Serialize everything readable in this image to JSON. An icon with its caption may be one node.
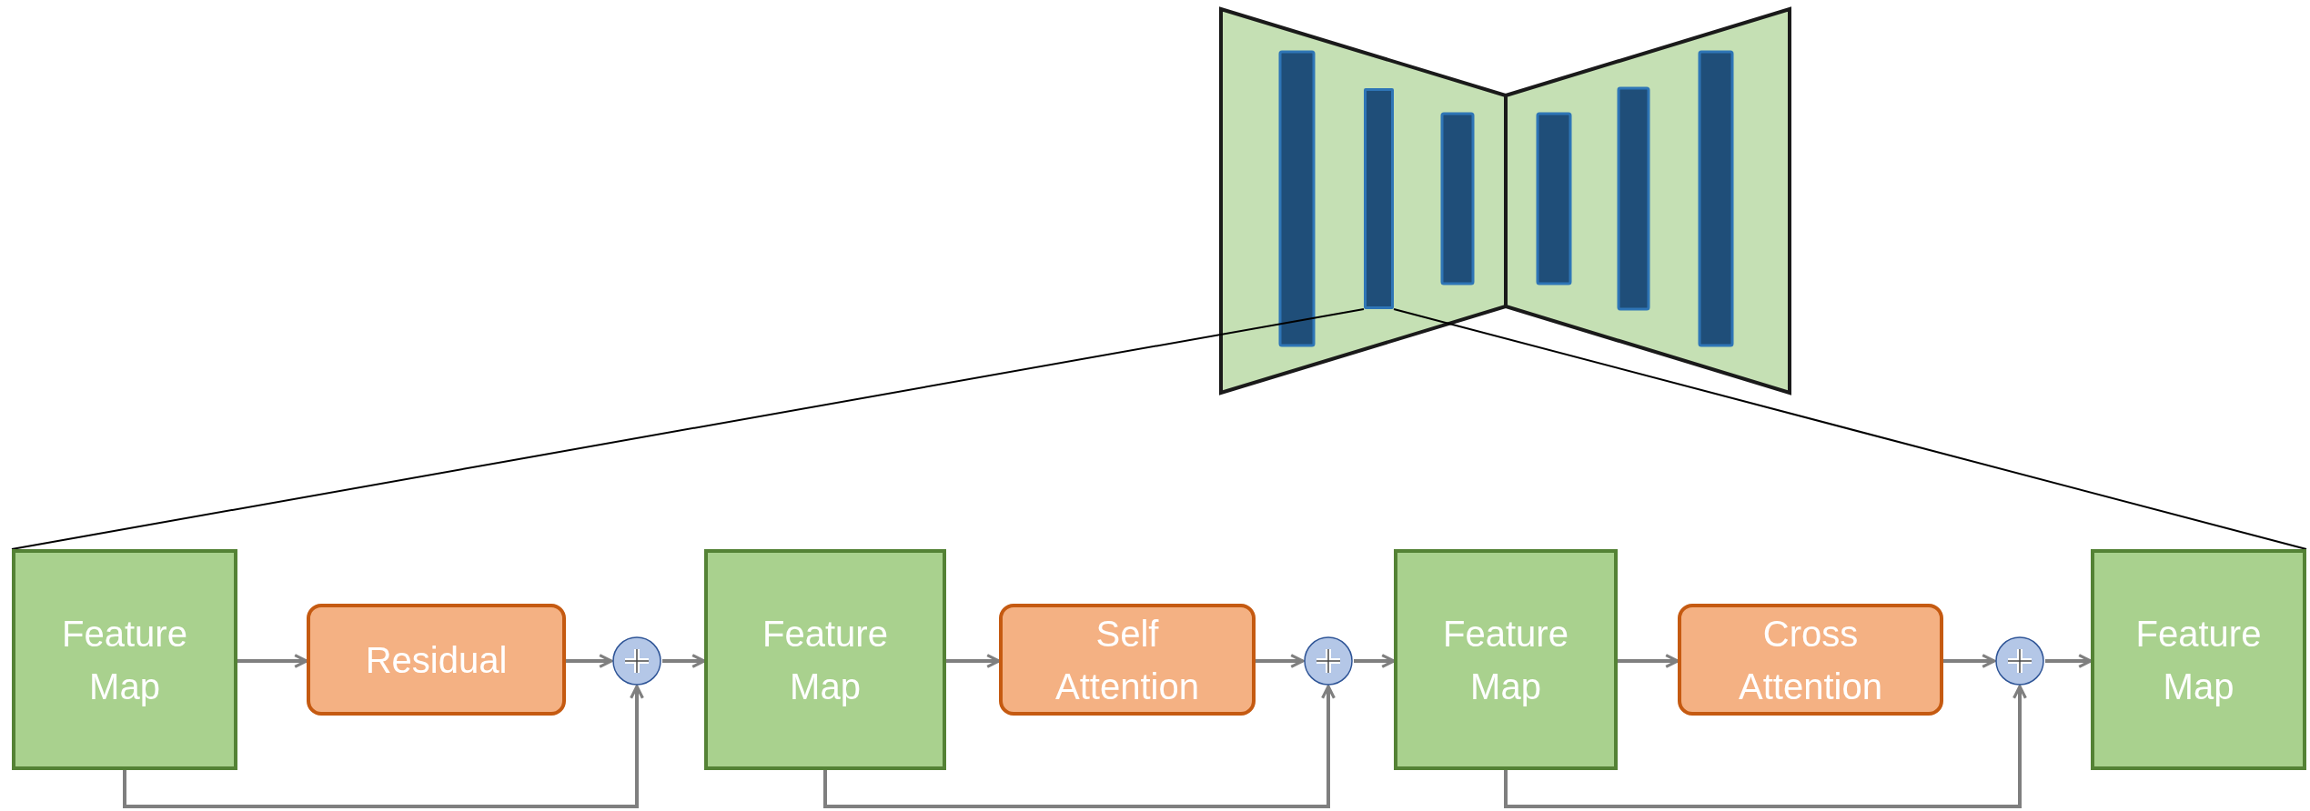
{
  "diagram": {
    "nodes": [
      {
        "text": [
          "Feature Map"
        ]
      },
      {
        "text": [
          "Residual"
        ]
      },
      {
        "text": [],
        "shape": "circle"
      },
      {
        "text": [
          "Feature Map"
        ]
      },
      {
        "text": [
          "Self Attention"
        ]
      },
      {
        "text": [],
        "shape": "circle"
      },
      {
        "text": [
          "Feature Map"
        ]
      },
      {
        "text": [
          "Cross Attention"
        ]
      },
      {
        "text": [],
        "shape": "circle"
      },
      {
        "text": [
          "Feature Map"
        ]
      },
      {
        "text": [],
        "shape": "bar"
      }
    ],
    "edges": [
      {
        "from": 0,
        "to": 1,
        "arrow": "to"
      },
      {
        "from": 1,
        "to": 2,
        "arrow": "to"
      },
      {
        "from": 2,
        "to": 3,
        "arrow": "to"
      },
      {
        "from": 0,
        "to": 2,
        "arrow": "to"
      },
      {
        "from": 3,
        "to": 4,
        "arrow": "to"
      },
      {
        "from": 4,
        "to": 5,
        "arrow": "to"
      },
      {
        "from": 5,
        "to": 6,
        "arrow": "to"
      },
      {
        "from": 3,
        "to": 5,
        "arrow": "to"
      },
      {
        "from": 6,
        "to": 7,
        "arrow": "to"
      },
      {
        "from": 7,
        "to": 8,
        "arrow": "to"
      },
      {
        "from": 8,
        "to": 9,
        "arrow": "to"
      },
      {
        "from": 6,
        "to": 8,
        "arrow": "to"
      },
      {
        "from": 10,
        "to": 0,
        "arrow": "none",
        "color": "#000000"
      },
      {
        "from": 10,
        "to": 9,
        "arrow": "none",
        "color": "#000000"
      }
    ]
  }
}
